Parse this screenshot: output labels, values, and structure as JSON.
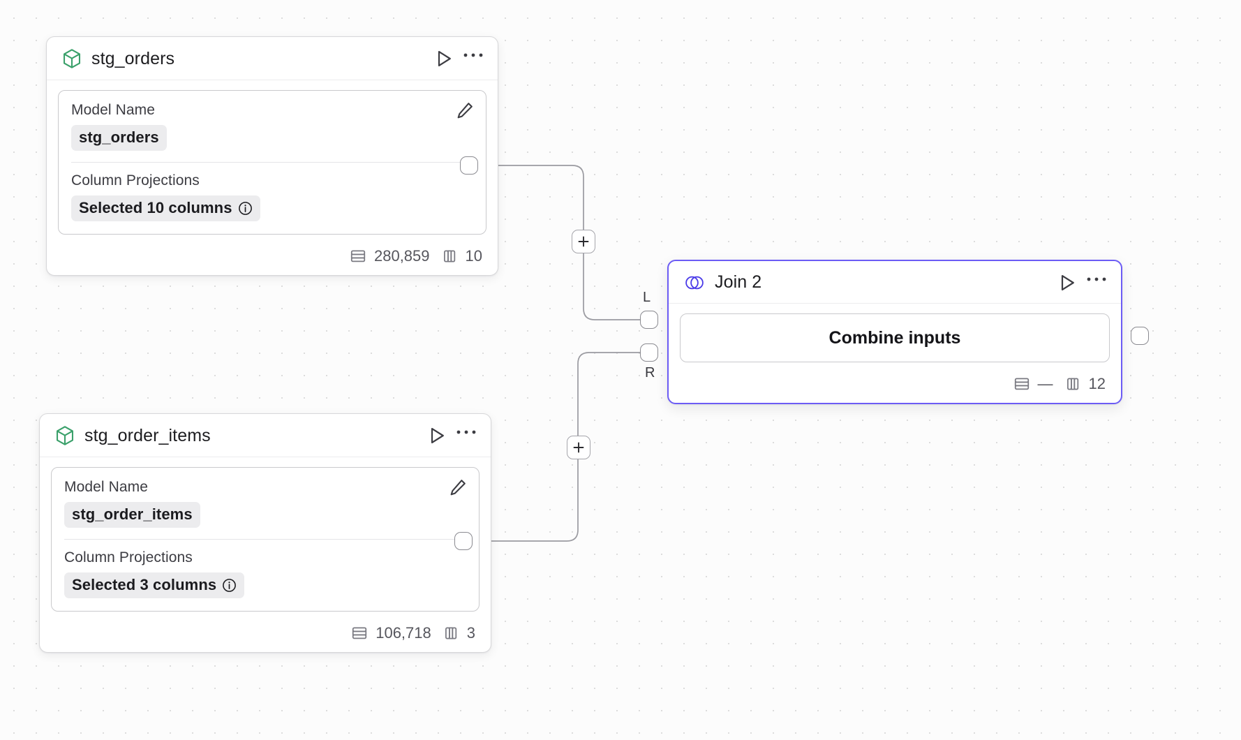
{
  "canvas": {
    "background": "#fcfcfc",
    "dot_color": "#dcdcdc",
    "accent": "#6c5cf5",
    "model_icon_color": "#3aa06a"
  },
  "nodes": [
    {
      "id": "stg_orders",
      "title": "stg_orders",
      "icon": "cube-icon",
      "run_label": "Run",
      "more_label": "More options",
      "fields": {
        "model_name_label": "Model Name",
        "model_name_value": "stg_orders",
        "column_projections_label": "Column Projections",
        "column_projections_value": "Selected 10 columns"
      },
      "stats": {
        "rows": "280,859",
        "columns": "10"
      }
    },
    {
      "id": "stg_order_items",
      "title": "stg_order_items",
      "icon": "cube-icon",
      "run_label": "Run",
      "more_label": "More options",
      "fields": {
        "model_name_label": "Model Name",
        "model_name_value": "stg_order_items",
        "column_projections_label": "Column Projections",
        "column_projections_value": "Selected 3 columns"
      },
      "stats": {
        "rows": "106,718",
        "columns": "3"
      }
    },
    {
      "id": "join_2",
      "title": "Join 2",
      "icon": "join-venn-icon",
      "selected": true,
      "run_label": "Run",
      "more_label": "More options",
      "body_label": "Combine inputs",
      "input_ports": [
        {
          "key": "left",
          "label": "L"
        },
        {
          "key": "right",
          "label": "R"
        }
      ],
      "stats": {
        "rows": "—",
        "columns": "12"
      }
    }
  ],
  "edge_buttons": [
    {
      "id": "add-node-top",
      "label": "+"
    },
    {
      "id": "add-node-bottom",
      "label": "+"
    }
  ],
  "icons": {
    "rows": "rows-icon",
    "columns": "columns-icon",
    "play": "play-icon",
    "more": "…",
    "edit": "pencil-icon",
    "info": "info-icon"
  }
}
